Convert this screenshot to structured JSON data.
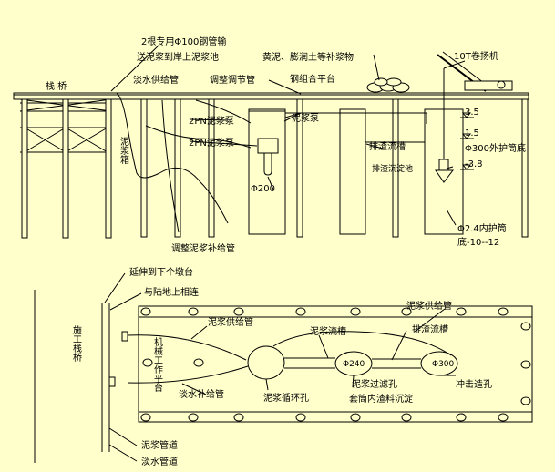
{
  "colors": {
    "background": "#ffffcc",
    "line": "#000000"
  },
  "elevation": {
    "pipe_note_line1": "2根专用Φ100钢管输",
    "pipe_note_line2": "送泥浆到岸上泥浆池",
    "trestle": "栈  桥",
    "crane": "10T卷扬机",
    "materials": "黄泥、膨润土等补浆物",
    "fresh_water_pipe": "淡水供给管",
    "regulating_pipe": "调整调节管",
    "steel_platform": "钢组合平台",
    "pump_2pn_top": "2PN泥浆泵",
    "pump_2pn_bottom": "2PN泥浆泵",
    "mud_pump_right": "泥浆泵",
    "mud_pool": "泥浆箱",
    "dia_200": "Φ200",
    "slag_trough": "排渣流槽",
    "slag_pool": "排渣沉淀池",
    "level_1": "3.5",
    "level_2": "1.5",
    "level_3": "-3.8",
    "casing_outer": "Φ300外护筒底",
    "casing_inner_1": "Φ2.4内护筒",
    "casing_inner_2": "底-10--12",
    "slurry_supply": "调整泥浆补给管"
  },
  "plan": {
    "extend_to_next": "延伸到下个墩台",
    "connect_land": "与陆地上相连",
    "trestle_vertical": "施工栈桥",
    "platform_vertical": "机械工作平台",
    "supply_pipe_left": "泥浆供给管",
    "supply_pipe_right": "泥浆供给管",
    "flow_trough": "泥浆流槽",
    "slag_trough": "排渣流槽",
    "circulation": "泥浆循环孔",
    "filter_hole": "泥浆过滤孔",
    "impact_hole": "冲击造孔",
    "water_supply": "淡水补给管",
    "sediment": "套筒内渣料沉淀",
    "dia_240": "Φ240",
    "dia_300": "Φ300",
    "pipe_lane_1": "泥浆管道",
    "pipe_lane_2": "淡水管道"
  }
}
